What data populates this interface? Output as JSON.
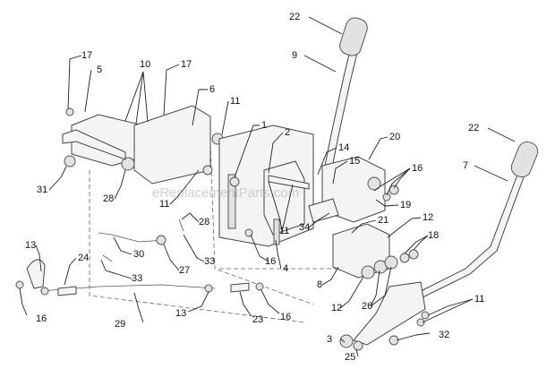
{
  "watermark": "eReplacementParts.com",
  "callouts": [
    "22",
    "9",
    "17",
    "5",
    "10",
    "17",
    "6",
    "11",
    "1",
    "2",
    "14",
    "15",
    "20",
    "16",
    "22",
    "7",
    "31",
    "28",
    "11",
    "28",
    "11",
    "19",
    "21",
    "12",
    "18",
    "13",
    "24",
    "30",
    "33",
    "27",
    "33",
    "16",
    "4",
    "34",
    "8",
    "12",
    "26",
    "11",
    "16",
    "29",
    "13",
    "23",
    "16",
    "32",
    "3",
    "25"
  ]
}
